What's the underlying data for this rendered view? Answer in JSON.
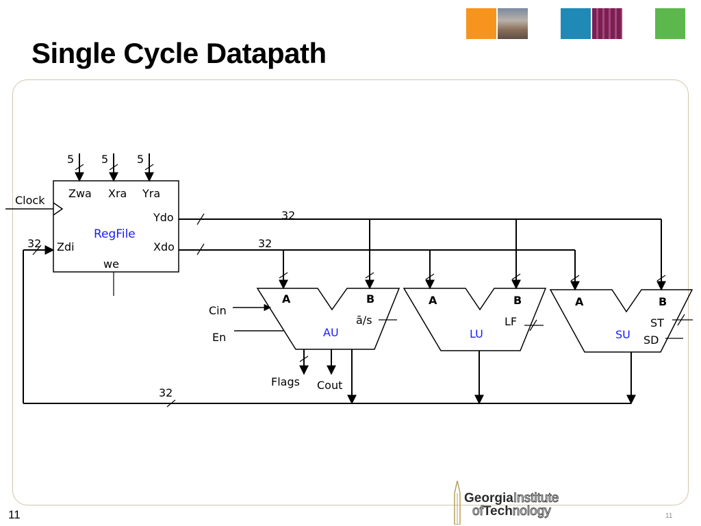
{
  "slide": {
    "title": "Single Cycle Datapath",
    "number": "11",
    "number_small": "11"
  },
  "header_tiles": [
    {
      "name": "orange-tile",
      "color": "#f7941d"
    },
    {
      "name": "campus-photo-tile",
      "color": "#9a8f84"
    },
    {
      "name": "blue-tile",
      "color": "#1f8ab5"
    },
    {
      "name": "chip-photo-tile",
      "color": "#8c2a5e"
    },
    {
      "name": "green-tile",
      "color": "#5cb84c"
    }
  ],
  "regfile": {
    "name": "RegFile",
    "ports": {
      "zwa": "Zwa",
      "xra": "Xra",
      "yra": "Yra",
      "ydo": "Ydo",
      "xdo": "Xdo",
      "zdi": "Zdi",
      "we": "we"
    },
    "name_color": "#1a1aff"
  },
  "signals": {
    "clock": "Clock",
    "width_5a": "5",
    "width_5b": "5",
    "width_5c": "5",
    "width_32_zdi": "32",
    "width_32_ydo": "32",
    "width_32_xdo": "32",
    "width_32_bottom": "32",
    "cin": "Cin",
    "en": "En",
    "flags": "Flags",
    "cout": "Cout"
  },
  "units": [
    {
      "id": "au",
      "name": "AU",
      "in_a": "A",
      "in_b": "B",
      "control": "ā/s",
      "name_color": "#1a1aff"
    },
    {
      "id": "lu",
      "name": "LU",
      "in_a": "A",
      "in_b": "B",
      "control": "LF",
      "name_color": "#1a1aff"
    },
    {
      "id": "su",
      "name": "SU",
      "in_a": "A",
      "in_b": "B",
      "control": "ST",
      "control2": "SD",
      "name_color": "#1a1aff"
    }
  ],
  "logo": {
    "line1_dark": "Georgia",
    "line1_outline": "Institute",
    "line2_outline_a": "of",
    "line2_dark": "Tech",
    "line2_outline_b": "nology"
  }
}
